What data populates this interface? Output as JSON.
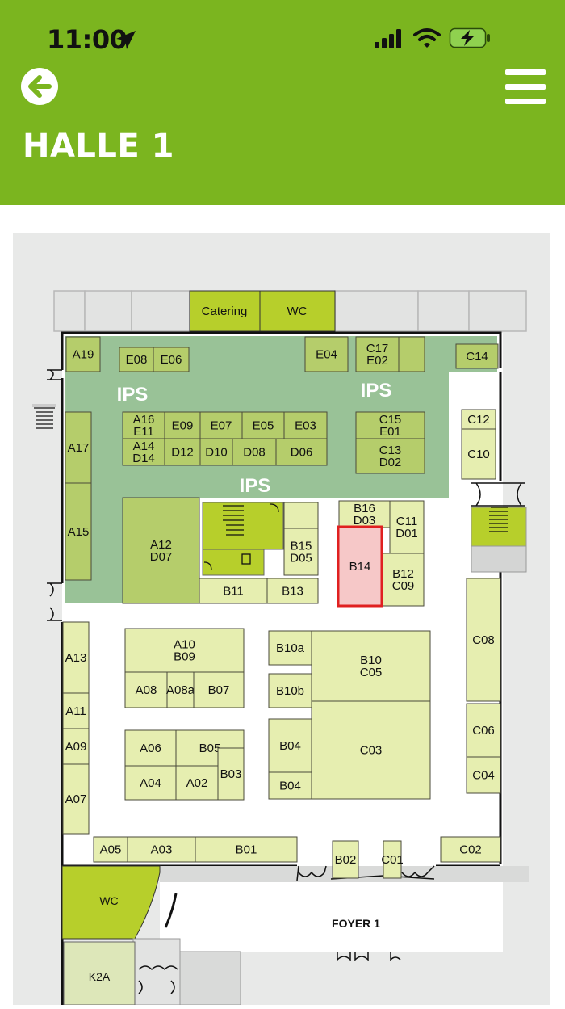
{
  "status_bar": {
    "time": "11:00"
  },
  "header": {
    "title": "HALLE 1"
  },
  "map": {
    "rooms": {
      "catering": "Catering",
      "wc_top": "WC",
      "wc_bottom": "WC",
      "foyer": "FOYER 1",
      "k2a": "K2A"
    },
    "zone_labels": {
      "ips_left": "IPS",
      "ips_right": "IPS",
      "ips_center": "IPS"
    },
    "selected_booth": "B14",
    "booths": {
      "A19": "A19",
      "E08": "E08",
      "E06": "E06",
      "E04": "E04",
      "C17": "C17",
      "E02": "E02",
      "C14": "C14",
      "A16": "A16",
      "E11": "E11",
      "A14": "A14",
      "D14": "D14",
      "E09": "E09",
      "E07": "E07",
      "E05": "E05",
      "E03": "E03",
      "D12": "D12",
      "D10": "D10",
      "D08": "D08",
      "D06": "D06",
      "C15": "C15",
      "E01": "E01",
      "C13": "C13",
      "D02": "D02",
      "C12": "C12",
      "C10": "C10",
      "A17": "A17",
      "A15": "A15",
      "A12": "A12",
      "D07": "D07",
      "B15": "B15",
      "D05": "D05",
      "B16": "B16",
      "D03": "D03",
      "C11": "C11",
      "D01": "D01",
      "B14": "B14",
      "B12": "B12",
      "C09": "C09",
      "B11": "B11",
      "B13": "B13",
      "C08": "C08",
      "A13": "A13",
      "A10": "A10",
      "B09": "B09",
      "A08": "A08",
      "A08a": "A08a",
      "B07": "B07",
      "B10a": "B10a",
      "B10": "B10",
      "C05": "C05",
      "B10b": "B10b",
      "A11": "A11",
      "A09": "A09",
      "A06": "A06",
      "B05": "B05",
      "B03": "B03",
      "A04": "A04",
      "A02": "A02",
      "B04a": "B04",
      "B04b": "B04",
      "C03": "C03",
      "C06": "C06",
      "C04": "C04",
      "A07": "A07",
      "A05": "A05",
      "A03": "A03",
      "B01": "B01",
      "B02": "B02",
      "C01": "C01",
      "C02": "C02"
    }
  },
  "colors": {
    "header_green": "#7bb51f",
    "booth_fill": "#e6eeb0",
    "booth_dark": "#b5cd6b",
    "room_green": "#b7cf2b",
    "ips_zone": "#99c297",
    "selected_fill": "#f6c8c8",
    "selected_border": "#e02020"
  },
  "icons": [
    "location-arrow-icon",
    "signal-icon",
    "wifi-icon",
    "battery-charging-icon",
    "back-arrow-icon",
    "hamburger-menu-icon"
  ]
}
